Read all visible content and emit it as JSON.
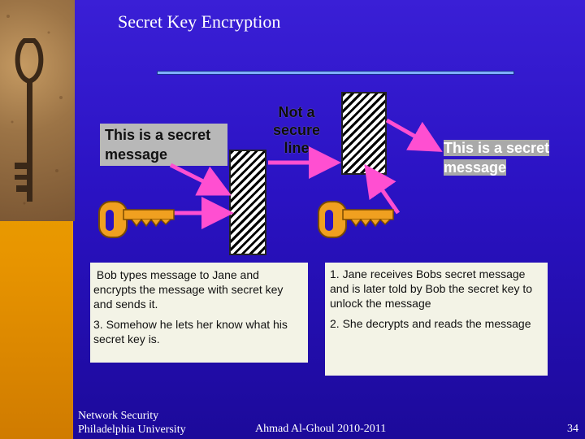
{
  "title": "Secret Key Encryption",
  "plain_message_left": "This is a secret message",
  "plain_message_right": "This is a secret message",
  "channel_label": "Not a secure line",
  "bob_box": {
    "line1": "Bob types message to Jane and encrypts the message with secret key and sends it.",
    "line2": "3. Somehow he lets her know what his secret key is."
  },
  "jane_box": {
    "line1": "1. Jane receives Bobs secret message and is later told by Bob the secret key to unlock the message",
    "line2": "2. She decrypts and reads the message"
  },
  "footer": {
    "course": "Network Security",
    "university": "Philadelphia University",
    "author": "Ahmad Al-Ghoul 2010-2011",
    "page": "34"
  },
  "colors": {
    "arrow": "#ff4fd1",
    "key": "#f0a020",
    "background": "#2a12c2"
  },
  "icons": [
    "key-icon",
    "old-key-photo"
  ]
}
